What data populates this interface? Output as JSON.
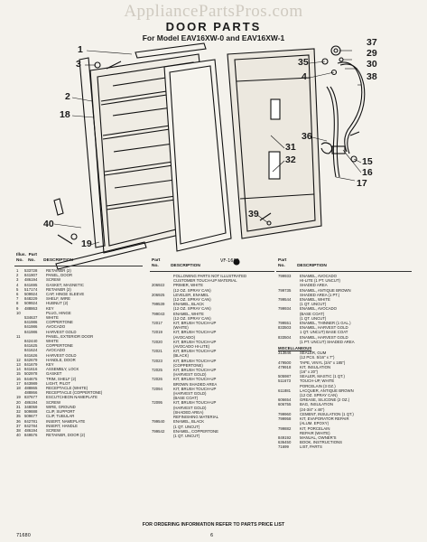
{
  "watermark": "AppliancePartsPros.com",
  "title": "DOOR PARTS",
  "subtitle": "For Model EAV16XW-0 and EAV16XW-1",
  "callouts": {
    "c1": "1",
    "c3": "3",
    "c2": "2",
    "c18": "18",
    "c40": "40",
    "c19": "19",
    "c37": "37",
    "c29": "29",
    "c30": "30",
    "c38": "38",
    "c35": "35",
    "c4": "4",
    "c31": "31",
    "c32": "32",
    "c36": "36",
    "c15": "15",
    "c16": "16",
    "c17": "17",
    "c39": "39"
  },
  "drawing_ref": "VF-1689",
  "table_headers": {
    "left": {
      "illus": "Illus.",
      "no": "No.",
      "part": "Part",
      "partno": "No.",
      "desc": "DESCRIPTION"
    },
    "mid": {
      "part": "Part",
      "no": "No.",
      "desc": "DESCRIPTION"
    },
    "right": {
      "part": "Part",
      "no": "No.",
      "desc": "DESCRIPTION"
    }
  },
  "left_rows": [
    [
      "1",
      "533728",
      "RETAINER (2)"
    ],
    [
      "2",
      "841907",
      "PANEL, DOOR"
    ],
    [
      "3",
      "486194",
      "SCREW"
    ],
    [
      "4",
      "841695",
      "GASKET, MAGNETIC"
    ],
    [
      "5",
      "517174",
      "RETAINER (2)"
    ],
    [
      "6",
      "509924",
      "CAP, HINGE SLEEVE"
    ],
    [
      "7",
      "848229",
      "SHELF, WIRE"
    ],
    [
      "8",
      "509924",
      "HUBNUT (2)"
    ],
    [
      "9",
      "488863",
      "KEY"
    ],
    [
      "10",
      "",
      "PLUG, HINGE"
    ],
    [
      "",
      "534637",
      "WHITE"
    ],
    [
      "",
      "841986",
      "COPPERTONE"
    ],
    [
      "",
      "841986",
      "AVOCADO"
    ],
    [
      "",
      "841986",
      "HARVEST GOLD"
    ],
    [
      "11",
      "",
      "PANEL, EXTERIOR DOOR"
    ],
    [
      "",
      "842440",
      "WHITE"
    ],
    [
      "",
      "841625",
      "COPPERTONE"
    ],
    [
      "",
      "841624",
      "AVOCADO"
    ],
    [
      "",
      "841626",
      "HARVEST GOLD"
    ],
    [
      "12",
      "842679",
      "HANDLE, DOOR"
    ],
    [
      "13",
      "841679",
      "KEY"
    ],
    [
      "14",
      "841616",
      "ASSEMBLY, LOCK"
    ],
    [
      "15",
      "502978",
      "GASKET"
    ],
    [
      "16",
      "844675",
      "TRIM, SHELF (2)"
    ],
    [
      "17",
      "843989",
      "LIGHT, PILOT"
    ],
    [
      "18",
      "488865",
      "RECEPTACLE (WHITE)"
    ],
    [
      "",
      "488866",
      "RECEPTACLE (COPPERTONE)"
    ],
    [
      "19",
      "837677",
      "ESCUTCHEON NAMEPLATE"
    ],
    [
      "20",
      "486194",
      "SCREW"
    ],
    [
      "31",
      "348059",
      "WIRE, GROUND"
    ],
    [
      "32",
      "509888",
      "CLIP, SUPPORT"
    ],
    [
      "35",
      "509677",
      "CLIP, TUBULAR"
    ],
    [
      "36",
      "842781",
      "INSERT, NAMEPLATE"
    ],
    [
      "37",
      "842784",
      "INSERT, HANDLE"
    ],
    [
      "38",
      "486194",
      "SCREW"
    ],
    [
      "40",
      "849576",
      "RETAINER, DOOR (2)"
    ]
  ],
  "mid_rows": [
    [
      "",
      "FOLLOWING PARTS NOT ILLUSTRATED"
    ],
    [
      "",
      "CUSTOMER TOUCH-UP MATERIAL"
    ],
    [
      "",
      ""
    ],
    [
      "206922",
      "PRIMER, WHITE"
    ],
    [
      "",
      "(12 OZ. SPRAY CAN)"
    ],
    [
      "206925",
      "LEVELER, ENAMEL"
    ],
    [
      "",
      "(12 OZ. SPRAY CAN)"
    ],
    [
      "799539",
      "ENAMEL, BLACK"
    ],
    [
      "",
      "(12 OZ. SPRAY CAN)"
    ],
    [
      "799043",
      "ENAMEL, WHITE"
    ],
    [
      "",
      "(12 OZ. SPRAY CAN)"
    ],
    [
      "72017",
      "KIT, BRUSH TOUCH-UP"
    ],
    [
      "",
      "(WHITE)"
    ],
    [
      "72019",
      "KIT, BRUSH TOUCH-UP"
    ],
    [
      "",
      "(AVOCADO)"
    ],
    [
      "72020",
      "KIT, BRUSH TOUCH-UP"
    ],
    [
      "",
      "(AVOCADO HI-LITE)"
    ],
    [
      "72021",
      "KIT, BRUSH TOUCH-UP"
    ],
    [
      "",
      "(BLACK)"
    ],
    [
      "72023",
      "KIT, BRUSH TOUCH-UP"
    ],
    [
      "",
      "(COPPERTONE)"
    ],
    [
      "72025",
      "KIT, BRUSH TOUCH-UP"
    ],
    [
      "",
      "(HARVEST GOLD)"
    ],
    [
      "72026",
      "KIT, BRUSH TOUCH-UP"
    ],
    [
      "",
      "BROWN SHADED AREA"
    ],
    [
      "72094",
      "KIT, BRUSH TOUCH-UP"
    ],
    [
      "",
      "(HARVEST GOLD)"
    ],
    [
      "",
      "(BASE COAT)"
    ],
    [
      "72095",
      "KIT, BRUSH TOUCH-UP"
    ],
    [
      "",
      "(HARVEST GOLD)"
    ],
    [
      "",
      "(SHADED AREA)"
    ],
    [
      "",
      "REFINISHING MATERIAL"
    ],
    [
      "799540",
      "ENAMEL, BLACK"
    ],
    [
      "",
      "(1 QT. UNCUT)"
    ],
    [
      "799542",
      "ENAMEL, COPPERTONE"
    ],
    [
      "",
      "(1 QT. UNCUT)"
    ]
  ],
  "right_rows": [
    [
      "799933",
      "ENAMEL, AVOCADO"
    ],
    [
      "",
      "HI-LITE (1 PT. UNCUT)"
    ],
    [
      "",
      "SHADED AREA"
    ],
    [
      "799735",
      "ENAMEL, ANTIQUE BROWN"
    ],
    [
      "",
      "SHADED AREA (1 PT.)"
    ],
    [
      "799544",
      "ENAMEL, WHITE"
    ],
    [
      "",
      "(1 QT. UNCUT)"
    ],
    [
      "799934",
      "ENAMEL, AVOCADO"
    ],
    [
      "",
      "(BASE COAT)"
    ],
    [
      "",
      "(1 QT. UNCUT)"
    ],
    [
      "799551",
      "ENAMEL, THINNER (1 GAL.)"
    ],
    [
      "833503",
      "ENAMEL, HARVEST GOLD"
    ],
    [
      "",
      "1 QT. UNCUT) BASE COAT"
    ],
    [
      "833504",
      "ENAMEL, HARVEST GOLD"
    ],
    [
      "",
      "(1 PT. UNCUT) SHADED AREA"
    ],
    [
      "",
      ""
    ],
    [
      "__MISC__",
      "MISCELLANEOUS"
    ],
    [
      "",
      ""
    ],
    [
      "313846",
      "SEALER, GUM"
    ],
    [
      "",
      "(12 PCS. 5/16\" x 7\")"
    ],
    [
      "479500",
      "TAPE, VINYL (3/4\" x 185\")"
    ],
    [
      "479918",
      "KIT, INSULATION"
    ],
    [
      "",
      "(16\" x 20\")"
    ],
    [
      "505987",
      "SEALER, MASTIC (1 QT.)"
    ],
    [
      "511673",
      "TOUCH-UP, WHITE"
    ],
    [
      "",
      "PORCELAIN (3 OZ.)"
    ],
    [
      "611881",
      "LACQUER, ANTIQUE BROWN"
    ],
    [
      "",
      "(12 OZ. SPRAY CAN)"
    ],
    [
      "606654",
      "GREASE, SILICONE (2 OZ.)"
    ],
    [
      "606755",
      "BAG, INSULATION"
    ],
    [
      "",
      "(24-3/4\" x 46\")"
    ],
    [
      "799960",
      "CEMENT, INSULATION (1 QT.)"
    ],
    [
      "799958",
      "KIT, EVAPORATOR REPAIR"
    ],
    [
      "",
      "(ALUM. EPOXY)"
    ],
    [
      "799882",
      "KIT, PORCELAIN"
    ],
    [
      "",
      "REPAIR (WHITE)"
    ],
    [
      "849192",
      "MANUAL, OWNER'S"
    ],
    [
      "636450",
      "BOOK, INSTRUCTIONS"
    ],
    [
      "71699",
      "LIST, PARTS"
    ]
  ],
  "footer": "FOR ORDERING INFORMATION REFER TO PARTS PRICE LIST",
  "page_number": "6",
  "doc_number": "71680"
}
